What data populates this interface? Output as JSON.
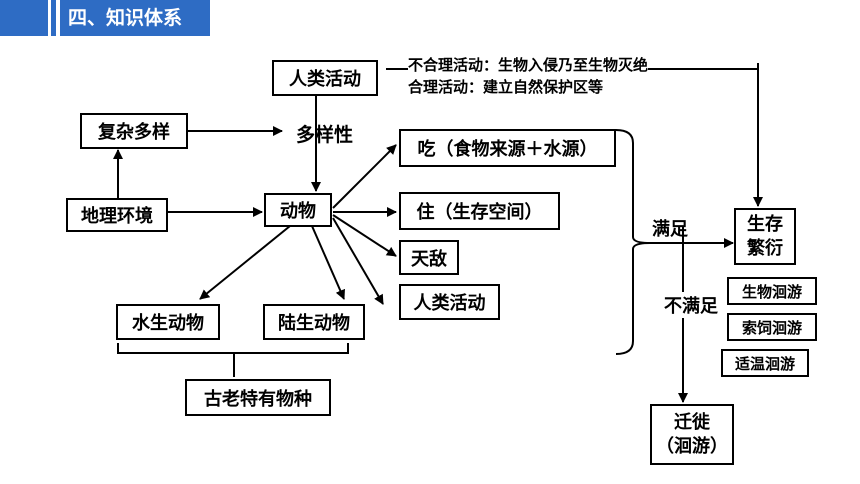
{
  "header": {
    "title": "四、知识体系"
  },
  "nodes": {
    "human_top": "人类活动",
    "complex": "复杂多样",
    "diversity": "多样性",
    "geo": "地理环境",
    "animal": "动物",
    "eat": "吃（食物来源＋水源）",
    "live": "住（生存空间）",
    "enemy": "天敌",
    "human_right": "人类活动",
    "aquatic": "水生动物",
    "terrestrial": "陆生动物",
    "ancient": "古老特有物种",
    "satisfy": "满足",
    "survive_line1": "生存",
    "survive_line2": "繁衍",
    "unsatisfy": "不满足",
    "migrate_line1": "迁徙",
    "migrate_line2": "（洄游）",
    "types": [
      "生物洄游",
      "索饲洄游",
      "适温洄游"
    ]
  },
  "notes": {
    "unreasonable": "不合理活动：生物入侵乃至生物灭绝",
    "reasonable": "合理活动：建立自然保护区等"
  },
  "colors": {
    "header_blue": "#2e6cc4",
    "ink": "#000000"
  }
}
